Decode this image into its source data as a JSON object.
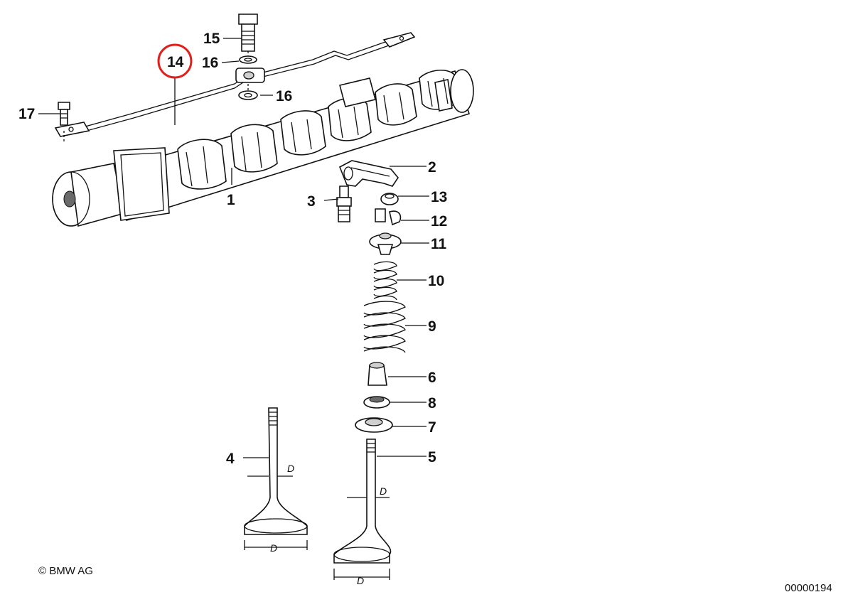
{
  "labels": {
    "p1": "1",
    "p2": "2",
    "p3": "3",
    "p4": "4",
    "p5": "5",
    "p6": "6",
    "p7": "7",
    "p8": "8",
    "p9": "9",
    "p10": "10",
    "p11": "11",
    "p12": "12",
    "p13": "13",
    "p14": "14",
    "p15": "15",
    "p16a": "16",
    "p16b": "16",
    "p17": "17"
  },
  "dimension_label": "D",
  "highlighted_part": "14",
  "highlight_color": "#e0201c",
  "copyright": "© BMW AG",
  "diagram_id": "00000194"
}
